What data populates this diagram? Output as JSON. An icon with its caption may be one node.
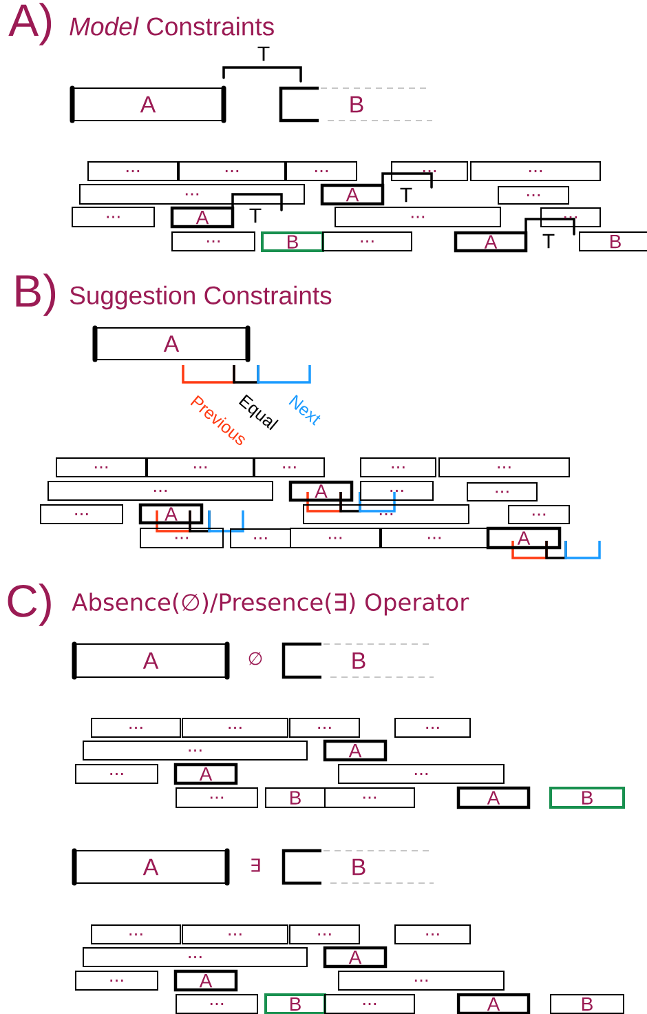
{
  "diagram": {
    "nodes": [
      {
        "text": [
          "A"
        ]
      },
      {
        "text": [
          "B"
        ]
      },
      {
        "text": [
          "..."
        ]
      },
      {
        "text": [
          "..."
        ]
      },
      {
        "text": [
          "..."
        ]
      },
      {
        "text": [
          "..."
        ]
      },
      {
        "text": [
          "..."
        ]
      },
      {
        "text": [
          "..."
        ]
      },
      {
        "text": [
          "A"
        ]
      },
      {
        "text": [
          "..."
        ]
      },
      {
        "text": [
          "..."
        ]
      },
      {
        "text": [
          "A"
        ]
      },
      {
        "text": [
          "..."
        ]
      },
      {
        "text": [
          "..."
        ]
      },
      {
        "text": [
          "..."
        ]
      },
      {
        "text": [
          "B"
        ]
      },
      {
        "text": [
          "..."
        ]
      },
      {
        "text": [
          "A"
        ]
      },
      {
        "text": [
          "B"
        ]
      },
      {
        "text": [
          "A"
        ]
      },
      {
        "text": [
          "..."
        ]
      },
      {
        "text": [
          "..."
        ]
      },
      {
        "text": [
          "..."
        ]
      },
      {
        "text": [
          "..."
        ]
      },
      {
        "text": [
          "..."
        ]
      },
      {
        "text": [
          "..."
        ]
      },
      {
        "text": [
          "A"
        ]
      },
      {
        "text": [
          "..."
        ]
      },
      {
        "text": [
          "..."
        ]
      },
      {
        "text": [
          "..."
        ]
      },
      {
        "text": [
          "A"
        ]
      },
      {
        "text": [
          "..."
        ]
      },
      {
        "text": [
          "..."
        ]
      },
      {
        "text": [
          "..."
        ]
      },
      {
        "text": [
          "..."
        ]
      },
      {
        "text": [
          "..."
        ]
      },
      {
        "text": [
          "..."
        ]
      },
      {
        "text": [
          "A"
        ]
      },
      {
        "text": [
          "A"
        ]
      },
      {
        "text": [
          "B"
        ]
      },
      {
        "text": [
          "..."
        ]
      },
      {
        "text": [
          "..."
        ]
      },
      {
        "text": [
          "..."
        ]
      },
      {
        "text": [
          "..."
        ]
      },
      {
        "text": [
          "..."
        ]
      },
      {
        "text": [
          "A"
        ]
      },
      {
        "text": [
          "..."
        ]
      },
      {
        "text": [
          "A"
        ]
      },
      {
        "text": [
          "..."
        ]
      },
      {
        "text": [
          "..."
        ]
      },
      {
        "text": [
          "B"
        ]
      },
      {
        "text": [
          "..."
        ]
      },
      {
        "text": [
          "A"
        ]
      },
      {
        "text": [
          "B"
        ]
      },
      {
        "text": [
          "A"
        ]
      },
      {
        "text": [
          "B"
        ]
      },
      {
        "text": [
          "..."
        ]
      },
      {
        "text": [
          "..."
        ]
      },
      {
        "text": [
          "..."
        ]
      },
      {
        "text": [
          "..."
        ]
      },
      {
        "text": [
          "..."
        ]
      },
      {
        "text": [
          "A"
        ]
      },
      {
        "text": [
          "..."
        ]
      },
      {
        "text": [
          "A"
        ]
      },
      {
        "text": [
          "..."
        ]
      },
      {
        "text": [
          "..."
        ]
      },
      {
        "text": [
          "B"
        ]
      },
      {
        "text": [
          "..."
        ]
      },
      {
        "text": [
          "A"
        ]
      },
      {
        "text": [
          "B"
        ]
      }
    ],
    "labels": [
      "A)",
      "*Model* Constraints",
      "T",
      "T",
      "T",
      "T",
      "B)",
      "Suggestion Constraints",
      "Previous",
      "Equal",
      "Next",
      "C)",
      "Absence(∅)/Presence(∃) Operator",
      "∅",
      "∃"
    ]
  }
}
